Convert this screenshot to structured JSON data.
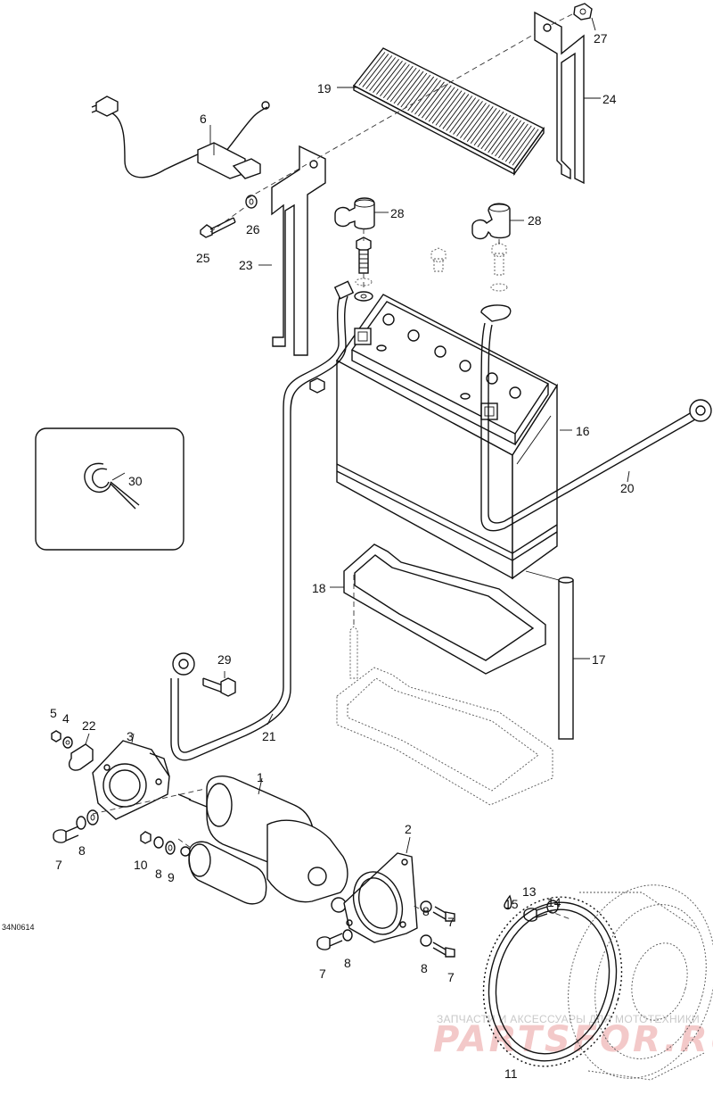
{
  "diagram_code": "34N0614",
  "callouts": {
    "c1": "1",
    "c2": "2",
    "c3": "3",
    "c4": "4",
    "c5": "5",
    "c6": "6",
    "c7a": "7",
    "c7b": "7",
    "c7c": "7",
    "c7d": "7",
    "c8a": "8",
    "c8b": "8",
    "c8c": "8",
    "c8d": "8",
    "c8e": "8",
    "c9": "9",
    "c10": "10",
    "c11": "11",
    "c13": "13",
    "c14": "14",
    "c15": "15",
    "c16": "16",
    "c17": "17",
    "c18": "18",
    "c19": "19",
    "c20": "20",
    "c21": "21",
    "c22": "22",
    "c23": "23",
    "c24": "24",
    "c25": "25",
    "c26": "26",
    "c27": "27",
    "c28a": "28",
    "c28b": "28",
    "c29": "29",
    "c30": "30"
  },
  "watermark": {
    "tagline": "ЗАПЧАСТИ И АКСЕССУАРЫ ДЛЯ МОТОТЕХНИКИ",
    "brand": "PARTSFOR.RU"
  }
}
